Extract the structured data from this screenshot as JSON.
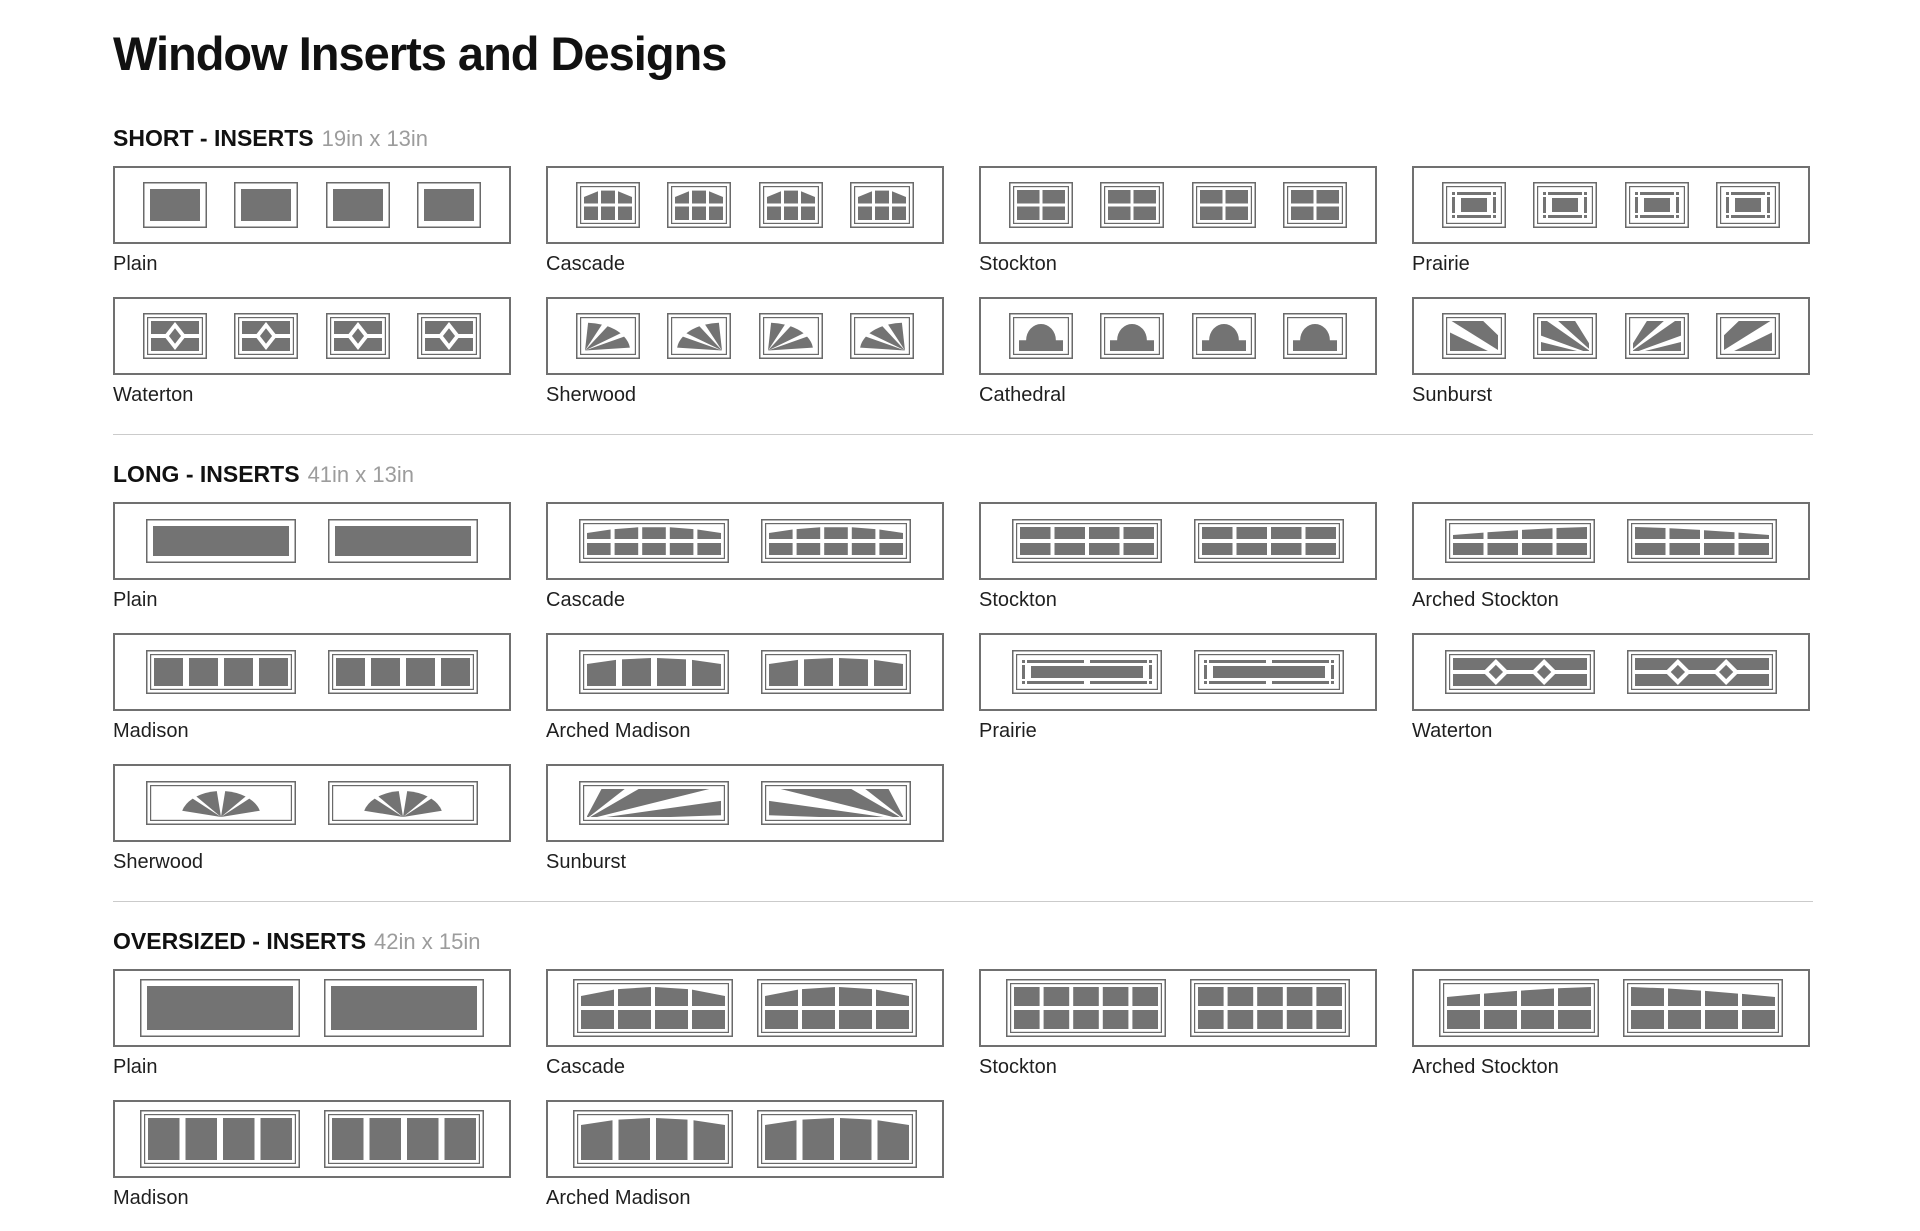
{
  "title": "Window Inserts and Designs",
  "colors": {
    "pane": "#737373",
    "frame": "#6a6a6a",
    "box_border": "#707070",
    "divider": "#cbcbcb",
    "heading": "#111111",
    "dims": "#9c9c9c",
    "label": "#1f1f1f"
  },
  "sections": [
    {
      "id": "short",
      "heading": "SHORT - INSERTS",
      "dimensions": "19in x 13in",
      "windows_per_insert": 4,
      "cards": [
        {
          "label": "Plain",
          "pattern": "plain"
        },
        {
          "label": "Cascade",
          "pattern": "cascade"
        },
        {
          "label": "Stockton",
          "pattern": "stockton"
        },
        {
          "label": "Prairie",
          "pattern": "prairie"
        },
        {
          "label": "Waterton",
          "pattern": "waterton"
        },
        {
          "label": "Sherwood",
          "pattern": "sherwood"
        },
        {
          "label": "Cathedral",
          "pattern": "cathedral"
        },
        {
          "label": "Sunburst",
          "pattern": "sunburst"
        }
      ]
    },
    {
      "id": "long",
      "heading": "LONG - INSERTS",
      "dimensions": "41in x 13in",
      "windows_per_insert": 2,
      "cards": [
        {
          "label": "Plain",
          "pattern": "plain"
        },
        {
          "label": "Cascade",
          "pattern": "cascade"
        },
        {
          "label": "Stockton",
          "pattern": "stockton"
        },
        {
          "label": "Arched Stockton",
          "pattern": "arched-stockton"
        },
        {
          "label": "Madison",
          "pattern": "madison"
        },
        {
          "label": "Arched Madison",
          "pattern": "arched-madison"
        },
        {
          "label": "Prairie",
          "pattern": "prairie"
        },
        {
          "label": "Waterton",
          "pattern": "waterton"
        },
        {
          "label": "Sherwood",
          "pattern": "sherwood"
        },
        {
          "label": "Sunburst",
          "pattern": "sunburst"
        }
      ]
    },
    {
      "id": "oversized",
      "heading": "OVERSIZED - INSERTS",
      "dimensions": "42in x 15in",
      "windows_per_insert": 2,
      "cards": [
        {
          "label": "Plain",
          "pattern": "plain"
        },
        {
          "label": "Cascade",
          "pattern": "cascade"
        },
        {
          "label": "Stockton",
          "pattern": "stockton"
        },
        {
          "label": "Arched Stockton",
          "pattern": "arched-stockton"
        },
        {
          "label": "Madison",
          "pattern": "madison"
        },
        {
          "label": "Arched Madison",
          "pattern": "arched-madison"
        }
      ]
    }
  ]
}
